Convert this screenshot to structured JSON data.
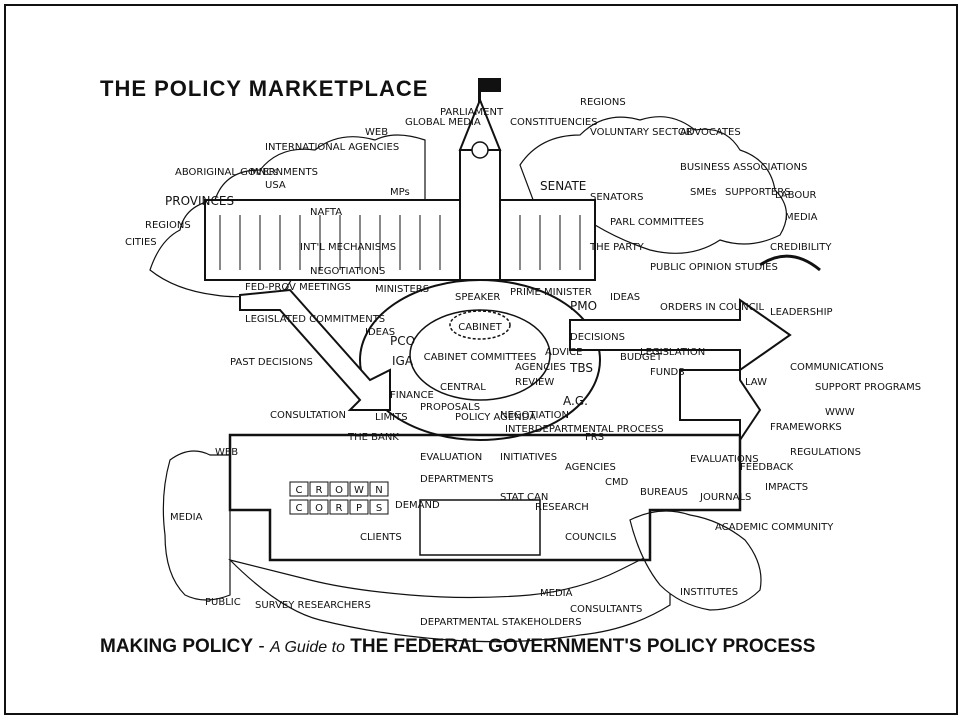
{
  "page": {
    "title": "THE POLICY MARKETPLACE",
    "subtitle_main": "MAKING POLICY",
    "subtitle_sep": " - ",
    "subtitle_italic": "A Guide to",
    "subtitle_rest": " THE FEDERAL GOVERNMENT'S POLICY PROCESS"
  },
  "labels": {
    "parliament": "PARLIAMENT",
    "international_agencies": "INTERNATIONAL AGENCIES",
    "web_top": "WEB",
    "global_media": "GLOBAL MEDIA",
    "constituencies": "CONSTITUENCIES",
    "regions_top": "REGIONS",
    "voluntary_sector": "VOLUNTARY SECTOR",
    "advocates": "ADVOCATES",
    "mncs": "MNCs",
    "usa": "USA",
    "aboriginal_governments": "ABORIGINAL GOVERNMENTS",
    "provinces": "PROVINCES",
    "regions_left": "REGIONS",
    "cities": "CITIES",
    "nafta": "NAFTA",
    "intl_mechanisms": "INT'L MECHANISMS",
    "negotiations": "NEGOTIATIONS",
    "mps": "MPs",
    "senate": "SENATE",
    "senators": "SENATORS",
    "business_associations": "BUSINESS ASSOCIATIONS",
    "smes": "SMEs",
    "supporters": "SUPPORTERS",
    "labour": "LABOUR",
    "media_right": "MEDIA",
    "parl_committees": "PARL COMMITTEES",
    "the_party": "THE PARTY",
    "credibility": "CREDIBILITY",
    "public_opinion_studies": "PUBLIC OPINION STUDIES",
    "fed_prov_meetings": "FED-PROV MEETINGS",
    "legislated_commitments": "LEGISLATED COMMITMENTS",
    "ministers": "MINISTERS",
    "speaker": "SPEAKER",
    "prime_minister": "PRIME MINISTER",
    "pmo": "PMO",
    "ideas_left": "IDEAS",
    "ideas_right": "IDEAS",
    "pco": "PCO",
    "cabinet": "CABINET",
    "cabinet_committees": "CABINET COMMITTEES",
    "review": "REVIEW",
    "orders_in_council": "ORDERS IN COUNCIL",
    "leadership": "LEADERSHIP",
    "decisions": "DECISIONS",
    "legislation": "LEGISLATION",
    "past_decisions": "PAST DECISIONS",
    "iga": "IGA",
    "agencies_mid": "AGENCIES",
    "advice": "ADVICE",
    "tbs": "TBS",
    "budget": "BUDGET",
    "funds": "FUNDS",
    "communications": "COMMUNICATIONS",
    "law": "LAW",
    "support_programs": "SUPPORT PROGRAMS",
    "www": "WWW",
    "finance": "FINANCE",
    "central": "CENTRAL",
    "proposals": "PROPOSALS",
    "negotiation": "NEGOTIATION",
    "ag": "A.G.",
    "interdepartmental_process": "INTERDEPARTMENTAL PROCESS",
    "frameworks": "FRAMEWORKS",
    "consultation": "CONSULTATION",
    "limits": "LIMITS",
    "policy_agenda": "POLICY AGENDA",
    "the_bank": "THE BANK",
    "frs": "FRS",
    "regulations": "REGULATIONS",
    "evaluation": "EVALUATION",
    "initiatives": "INITIATIVES",
    "web_left": "WEB",
    "agencies_low": "AGENCIES",
    "evaluations": "EVALUATIONS",
    "feedback": "FEEDBACK",
    "departments": "DEPARTMENTS",
    "impacts": "IMPACTS",
    "crown_corps_row1": [
      "C",
      "R",
      "O",
      "W",
      "N"
    ],
    "crown_corps_row2": [
      "C",
      "O",
      "R",
      "P",
      "S"
    ],
    "demand": "DEMAND",
    "stat_can": "STAT CAN",
    "research": "RESEARCH",
    "cmd": "CMD",
    "bureaus": "BUREAUS",
    "journals": "JOURNALS",
    "media_left": "MEDIA",
    "academic_community": "ACADEMIC COMMUNITY",
    "clients": "CLIENTS",
    "councils": "COUNCILS",
    "public": "PUBLIC",
    "survey_researchers": "SURVEY RESEARCHERS",
    "media_bottom": "MEDIA",
    "consultants": "CONSULTANTS",
    "institutes": "INSTITUTES",
    "departmental_stakeholders": "DEPARTMENTAL STAKEHOLDERS"
  }
}
